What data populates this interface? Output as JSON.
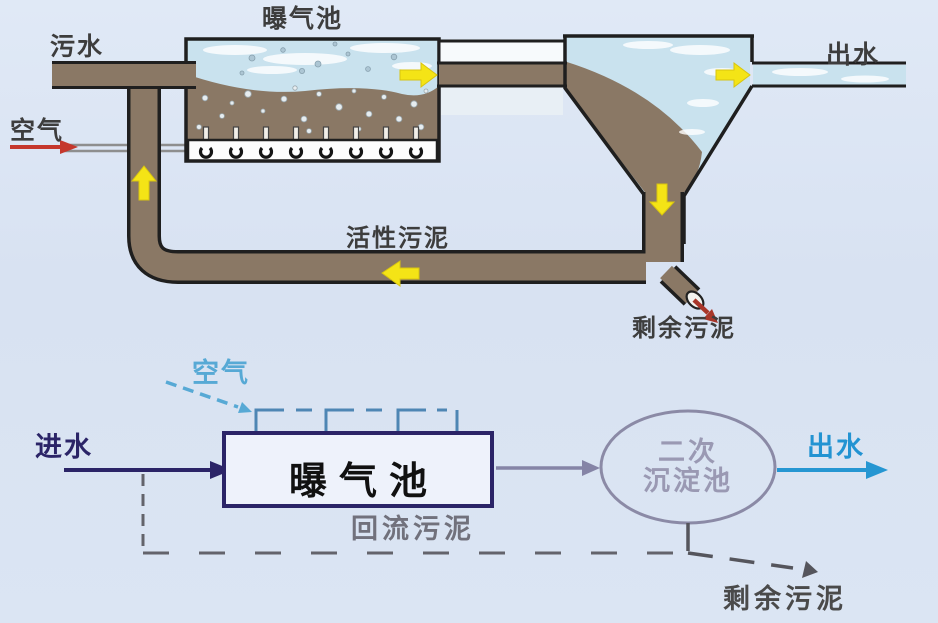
{
  "top_diagram": {
    "labels": {
      "sewage_in": "污水",
      "aeration_tank": "曝气池",
      "effluent": "出水",
      "air": "空气",
      "activated_sludge": "活性污泥",
      "surplus_sludge": "剩余污泥"
    },
    "arrows": [
      "air-inlet-red-arrow",
      "tank-outlet-yellow-arrow",
      "clarifier-outlet-yellow-arrow",
      "clarifier-underflow-yellow-arrow",
      "return-sludge-yellow-arrow",
      "riser-yellow-arrow",
      "surplus-sludge-red-arrow"
    ]
  },
  "bottom_diagram": {
    "labels": {
      "air": "空气",
      "influent": "进水",
      "aeration_tank": "曝气池",
      "clarifier_line1": "二次",
      "clarifier_line2": "沉淀池",
      "effluent": "出水",
      "return_sludge": "回流污泥",
      "surplus_sludge": "剩余污泥"
    },
    "arrows": [
      "air-dashed-arrow",
      "influent-arrow",
      "tank-to-clarifier-arrow",
      "effluent-arrow",
      "surplus-sludge-dashed-arrow"
    ]
  },
  "colors": {
    "background": "#d8e2f2",
    "water": "#c9e2ee",
    "sludge_brown": "#8a7865",
    "outline_black": "#1f1f1f",
    "flow_arrow_yellow": "#f4e416",
    "air_arrow_red": "#c5372c",
    "air_label_blue": "#57a9d5",
    "diffuser_line_blue": "#4e86b4",
    "influent_navy": "#2b2467",
    "box_fill": "#eef2fb",
    "clarifier_stroke": "#8b8aa6",
    "clarifier_text": "#9a99b3",
    "effluent_blue": "#2293d2",
    "dashed_gray": "#63636b",
    "return_label_gray": "#71717c"
  }
}
